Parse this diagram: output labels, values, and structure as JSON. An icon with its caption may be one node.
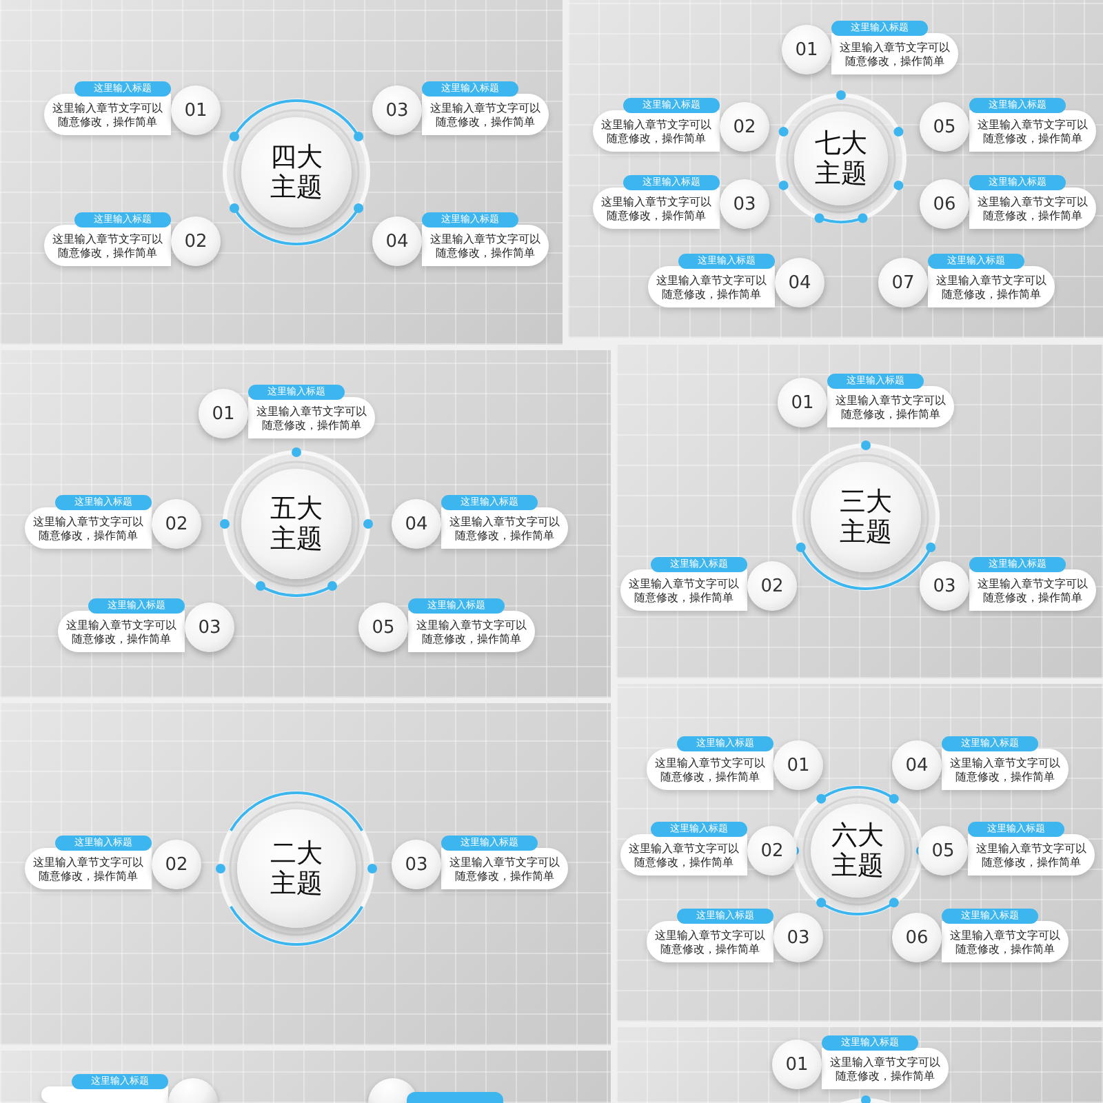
{
  "diagram": {
    "nodes": [
      {
        "text": [
          "四大主题"
        ]
      },
      {
        "text": [
          "01"
        ]
      },
      {
        "text": [
          "这里输入标题",
          "这里输入章节文字可以随意修改，操作简单"
        ]
      },
      {
        "text": [
          "02"
        ]
      },
      {
        "text": [
          "这里输入标题",
          "这里输入章节文字可以随意修改，操作简单"
        ]
      },
      {
        "text": [
          "03"
        ]
      },
      {
        "text": [
          "这里输入标题",
          "这里输入章节文字可以随意修改，操作简单"
        ]
      },
      {
        "text": [
          "04"
        ]
      },
      {
        "text": [
          "这里输入标题",
          "这里输入章节文字可以随意修改，操作简单"
        ]
      },
      {
        "text": [
          "七大主题"
        ]
      },
      {
        "text": [
          "01"
        ]
      },
      {
        "text": [
          "这里输入标题",
          "这里输入章节文字可以随意修改，操作简单"
        ]
      },
      {
        "text": [
          "02"
        ]
      },
      {
        "text": [
          "这里输入标题",
          "这里输入章节文字可以随意修改，操作简单"
        ]
      },
      {
        "text": [
          "03"
        ]
      },
      {
        "text": [
          "这里输入标题",
          "这里输入章节文字可以随意修改，操作简单"
        ]
      },
      {
        "text": [
          "04"
        ]
      },
      {
        "text": [
          "这里输入标题",
          "这里输入章节文字可以随意修改，操作简单"
        ]
      },
      {
        "text": [
          "05"
        ]
      },
      {
        "text": [
          "这里输入标题",
          "这里输入章节文字可以随意修改，操作简单"
        ]
      },
      {
        "text": [
          "06"
        ]
      },
      {
        "text": [
          "这里输入标题",
          "这里输入章节文字可以随意修改，操作简单"
        ]
      },
      {
        "text": [
          "07"
        ]
      },
      {
        "text": [
          "这里输入标题",
          "这里输入章节文字可以随意修改，操作简单"
        ]
      },
      {
        "text": [
          "五大主题"
        ]
      },
      {
        "text": [
          "01"
        ]
      },
      {
        "text": [
          "这里输入标题",
          "这里输入章节文字可以随意修改，操作简单"
        ]
      },
      {
        "text": [
          "02"
        ]
      },
      {
        "text": [
          "这里输入标题",
          "这里输入章节文字可以随意修改，操作简单"
        ]
      },
      {
        "text": [
          "03"
        ]
      },
      {
        "text": [
          "这里输入标题",
          "这里输入章节文字可以随意修改，操作简单"
        ]
      },
      {
        "text": [
          "04"
        ]
      },
      {
        "text": [
          "这里输入标题",
          "这里输入章节文字可以随意修改，操作简单"
        ]
      },
      {
        "text": [
          "05"
        ]
      },
      {
        "text": [
          "这里输入标题",
          "这里输入章节文字可以随意修改，操作简单"
        ]
      },
      {
        "text": [
          "三大主题"
        ]
      },
      {
        "text": [
          "01"
        ]
      },
      {
        "text": [
          "这里输入标题",
          "这里输入章节文字可以随意修改，操作简单"
        ]
      },
      {
        "text": [
          "02"
        ]
      },
      {
        "text": [
          "这里输入标题",
          "这里输入章节文字可以随意修改，操作简单"
        ]
      },
      {
        "text": [
          "03"
        ]
      },
      {
        "text": [
          "这里输入标题",
          "这里输入章节文字可以随意修改，操作简单"
        ]
      },
      {
        "text": [
          "二大主题"
        ]
      },
      {
        "text": [
          "02"
        ]
      },
      {
        "text": [
          "这里输入标题",
          "这里输入章节文字可以随意修改，操作简单"
        ]
      },
      {
        "text": [
          "03"
        ]
      },
      {
        "text": [
          "这里输入标题",
          "这里输入章节文字可以随意修改，操作简单"
        ]
      },
      {
        "text": [
          "六大主题"
        ]
      },
      {
        "text": [
          "01"
        ]
      },
      {
        "text": [
          "这里输入标题",
          "这里输入章节文字可以随意修改，操作简单"
        ]
      },
      {
        "text": [
          "02"
        ]
      },
      {
        "text": [
          "这里输入标题",
          "这里输入章节文字可以随意修改，操作简单"
        ]
      },
      {
        "text": [
          "03"
        ]
      },
      {
        "text": [
          "这里输入标题",
          "这里输入章节文字可以随意修改，操作简单"
        ]
      },
      {
        "text": [
          "04"
        ]
      },
      {
        "text": [
          "这里输入标题",
          "这里输入章节文字可以随意修改，操作简单"
        ]
      },
      {
        "text": [
          "05"
        ]
      },
      {
        "text": [
          "这里输入标题",
          "这里输入章节文字可以随意修改，操作简单"
        ]
      },
      {
        "text": [
          "06"
        ]
      },
      {
        "text": [
          "这里输入标题",
          "这里输入章节文字可以随意修改，操作简单"
        ]
      },
      {
        "text": [
          "这里输入标题"
        ]
      },
      {
        "text": [],
        "shape": "circle"
      },
      {
        "text": [],
        "shape": "circle"
      },
      {
        "text": [],
        "shape": "bar"
      },
      {
        "text": [
          "01"
        ]
      },
      {
        "text": [
          "这里输入标题",
          "这里输入章节文字可以随意修改，操作简单"
        ]
      }
    ]
  }
}
